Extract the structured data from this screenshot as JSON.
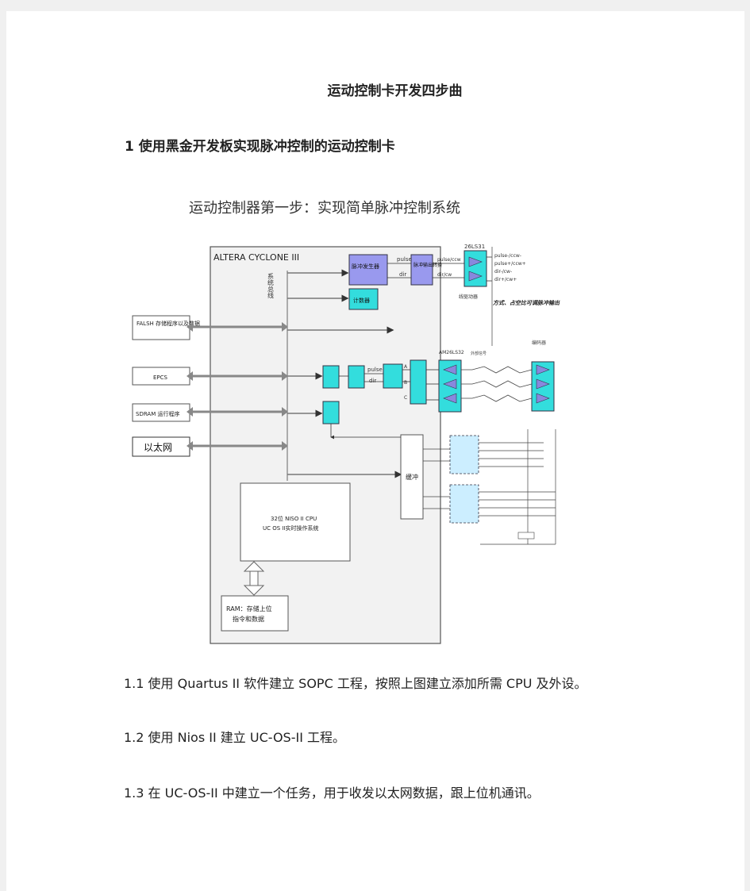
{
  "document": {
    "title": "运动控制卡开发四步曲",
    "section_heading": "1 使用黑金开发板实现脉冲控制的运动控制卡",
    "diagram_caption": "运动控制器第一步：实现简单脉冲控制系统",
    "steps": [
      "1.1 使用 Quartus II 软件建立 SOPC 工程，按照上图建立添加所需 CPU 及外设。",
      "1.2 使用 Nios II 建立 UC-OS-II 工程。",
      "1.3 在 UC-OS-II 中建立一个任务，用于收发以太网数据，跟上位机通讯。"
    ]
  },
  "diagram": {
    "fpga_label": "ALTERA    CYCLONE  III",
    "bus_label": "系统总线",
    "pulse_gen": "脉冲发生器",
    "pulse_out": "脉冲输出转换",
    "counter": "计数器",
    "sig_pulse": "pulse",
    "sig_dir": "dir",
    "sig_pulse_ccw": "pulse/ccw",
    "sig_dir_cw": "dir/cw",
    "chip_26ls31": "26LS31",
    "out_pulse_m": "pulse-/ccw-",
    "out_pulse_p": "pulse+/ccw+",
    "out_dir_m": "dir-/cw-",
    "out_dir_p": "dir+/cw+",
    "line_driver": "线驱动器",
    "mode_note": "方式、占空比可调脉冲输出",
    "chip_am26ls32": "AM26LS32",
    "enc_note": "编码器",
    "ext_note": "外部信号",
    "sig_a": "A",
    "sig_b": "B",
    "sig_c": "C",
    "flash_label": "FALSH  存储程序以及数据",
    "epcs_label": "EPCS",
    "sdram_label": "SDRAM  运行程序",
    "ethernet_label": "以太网",
    "buffer_label": "缓冲",
    "cpu_line1": "32位   NISO  II  CPU",
    "cpu_line2": "UC OS II实时操作系统",
    "ram_line1": "RAM：存储上位",
    "ram_line2": "指令和数据"
  }
}
